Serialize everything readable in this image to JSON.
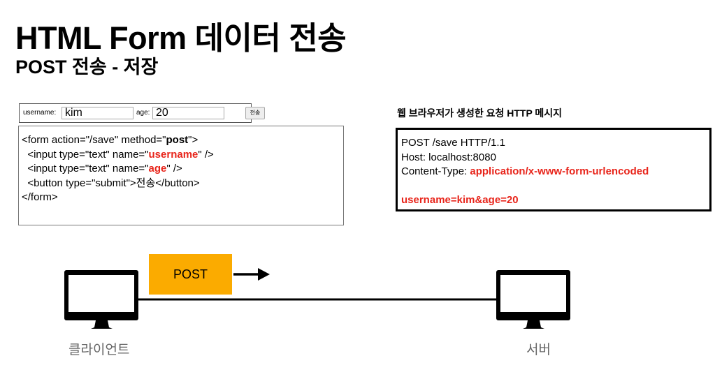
{
  "title": "HTML Form 데이터 전송",
  "subtitle": "POST 전송 - 저장",
  "form_preview": {
    "username_label": "username:",
    "username_value": "kim",
    "age_label": "age:",
    "age_value": "20",
    "submit_label": "전송"
  },
  "code": {
    "l1a": "<form action=\"/save\" method=\"",
    "l1b": "post",
    "l1c": "\">",
    "l2a": "  <input type=\"text\" name=\"",
    "l2b": "username",
    "l2c": "\" />",
    "l3a": "  <input type=\"text\" name=\"",
    "l3b": "age",
    "l3c": "\" />",
    "l4": "  <button type=\"submit\">전송</button>",
    "l5": "</form>"
  },
  "message": {
    "title": "웹 브라우저가 생성한 요청 HTTP 메시지",
    "line1": "POST /save HTTP/1.1",
    "line2": "Host: localhost:8080",
    "line3a": "Content-Type: ",
    "line3b": "application/x-www-form-urlencoded",
    "body": "username=kim&age=20"
  },
  "diagram": {
    "method": "POST",
    "client_label": "클라이언트",
    "server_label": "서버",
    "method_color": "#fbab00",
    "highlight_color": "#e8251b"
  }
}
